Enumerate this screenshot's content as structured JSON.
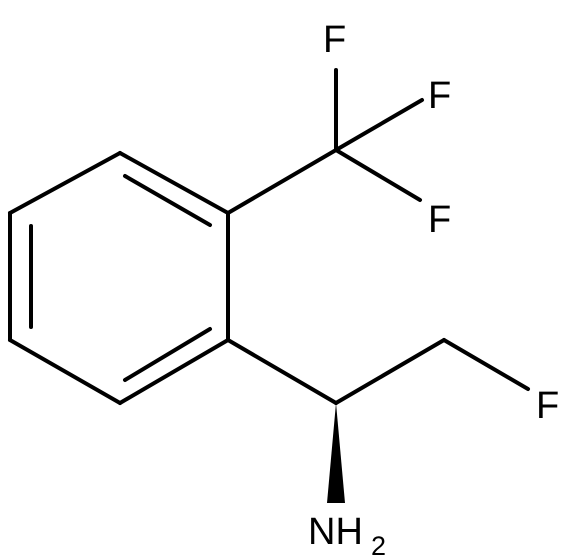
{
  "molecule": {
    "atoms": {
      "f_top": "F",
      "f_right": "F",
      "f_lower": "F",
      "f_chain": "F",
      "amine_n": "NH",
      "amine_h_count": "2"
    }
  },
  "colors": {
    "bond": "#000000",
    "label": "#000000",
    "background": "#ffffff"
  }
}
